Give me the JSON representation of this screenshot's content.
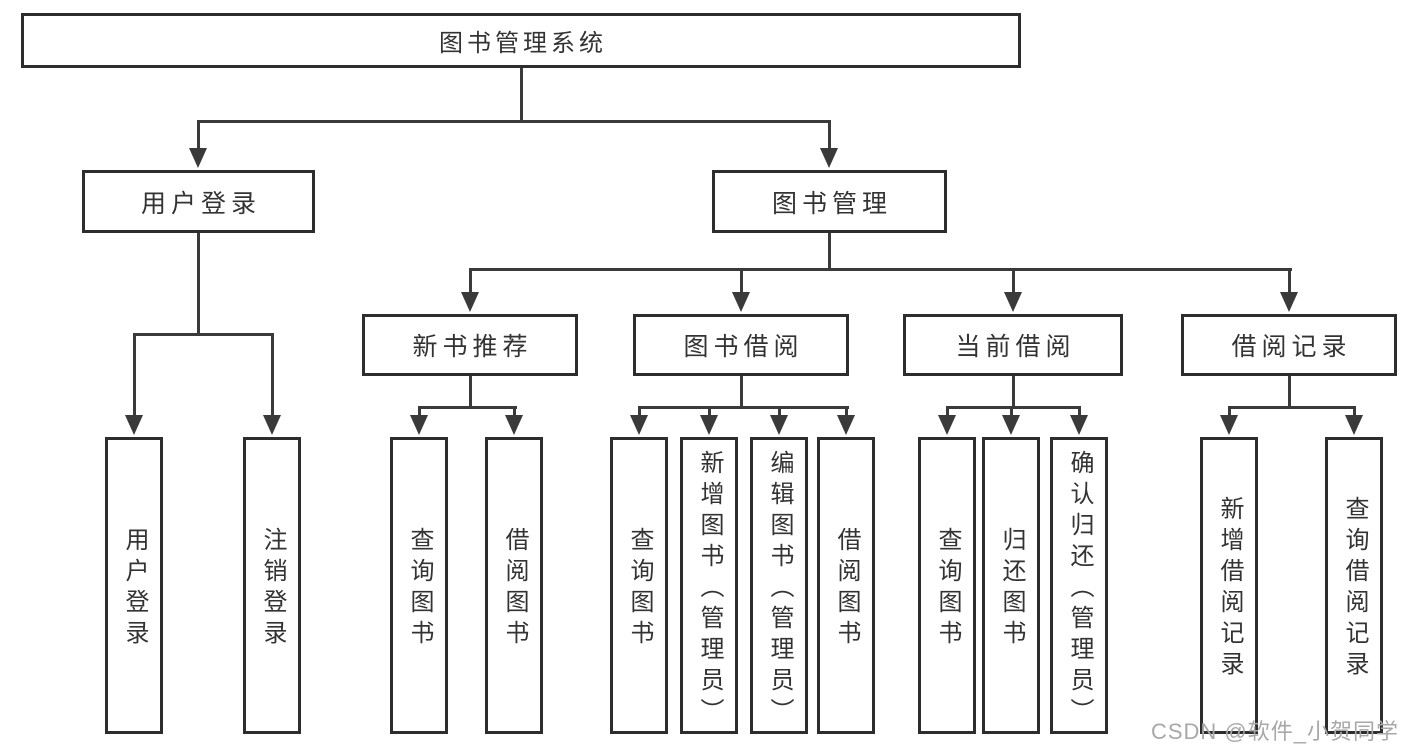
{
  "diagram": {
    "root": {
      "label": "图书管理系统"
    },
    "level2": [
      {
        "label": "用户登录"
      },
      {
        "label": "图书管理"
      }
    ],
    "level3": [
      {
        "label": "新书推荐"
      },
      {
        "label": "图书借阅"
      },
      {
        "label": "当前借阅"
      },
      {
        "label": "借阅记录"
      }
    ],
    "leaves": [
      {
        "label": "用户登录"
      },
      {
        "label": "注销登录"
      },
      {
        "label": "查询图书"
      },
      {
        "label": "借阅图书"
      },
      {
        "label": "查询图书"
      },
      {
        "label": "新增图书（管理员）"
      },
      {
        "label": "编辑图书（管理员）"
      },
      {
        "label": "借阅图书"
      },
      {
        "label": "查询图书"
      },
      {
        "label": "归还图书"
      },
      {
        "label": "确认归还（管理员）"
      },
      {
        "label": "新增借阅记录"
      },
      {
        "label": "查询借阅记录"
      }
    ]
  },
  "watermark": "CSDN @软件_小贺同学",
  "colors": {
    "background": "#ffffff",
    "box_border": "#2d2d2d",
    "line": "#3a3a3a",
    "text": "#333333",
    "watermark": "#a8a8a8"
  }
}
